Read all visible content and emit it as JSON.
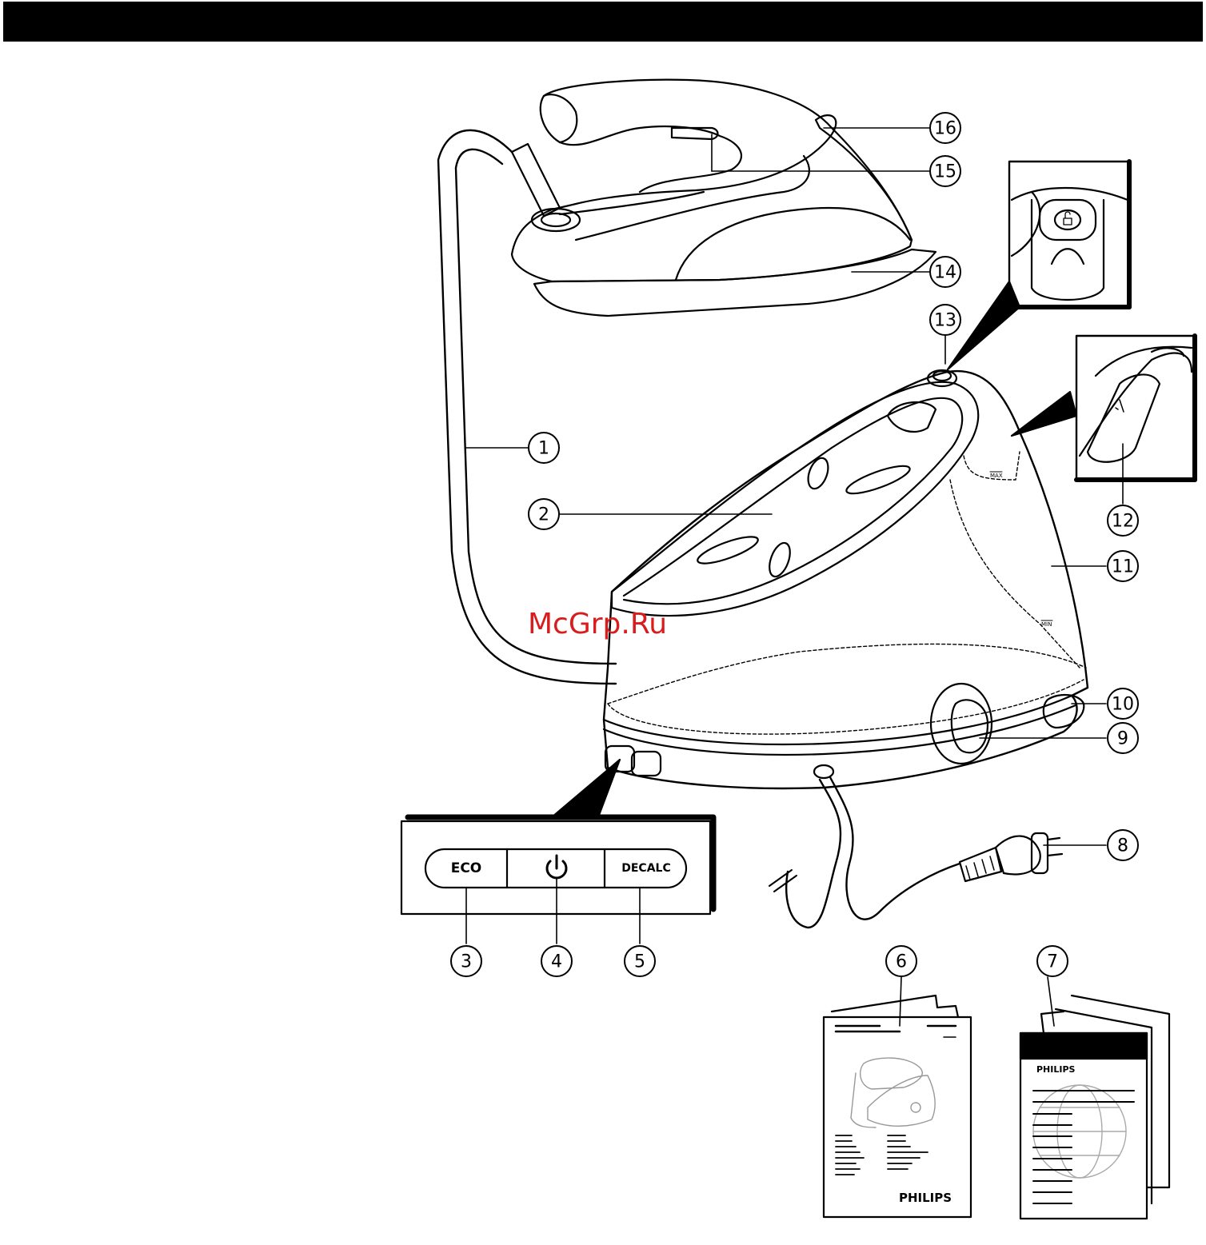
{
  "callouts": [
    {
      "num": "1"
    },
    {
      "num": "2"
    },
    {
      "num": "3"
    },
    {
      "num": "4"
    },
    {
      "num": "5"
    },
    {
      "num": "6"
    },
    {
      "num": "7"
    },
    {
      "num": "8"
    },
    {
      "num": "9"
    },
    {
      "num": "10"
    },
    {
      "num": "11"
    },
    {
      "num": "12"
    },
    {
      "num": "13"
    },
    {
      "num": "14"
    },
    {
      "num": "15"
    },
    {
      "num": "16"
    }
  ],
  "control_panel": {
    "eco_label": "ECO",
    "decalc_label": "DECALC",
    "power_icon": "power-icon"
  },
  "water_tank": {
    "max_label": "MAX",
    "min_label": "MIN"
  },
  "manual": {
    "brand": "PHILIPS"
  },
  "guarantee": {
    "brand": "PHILIPS"
  },
  "watermark": "McGrp.Ru",
  "colors": {
    "line": "#000000",
    "background": "#ffffff",
    "watermark": "#d91c1c"
  }
}
